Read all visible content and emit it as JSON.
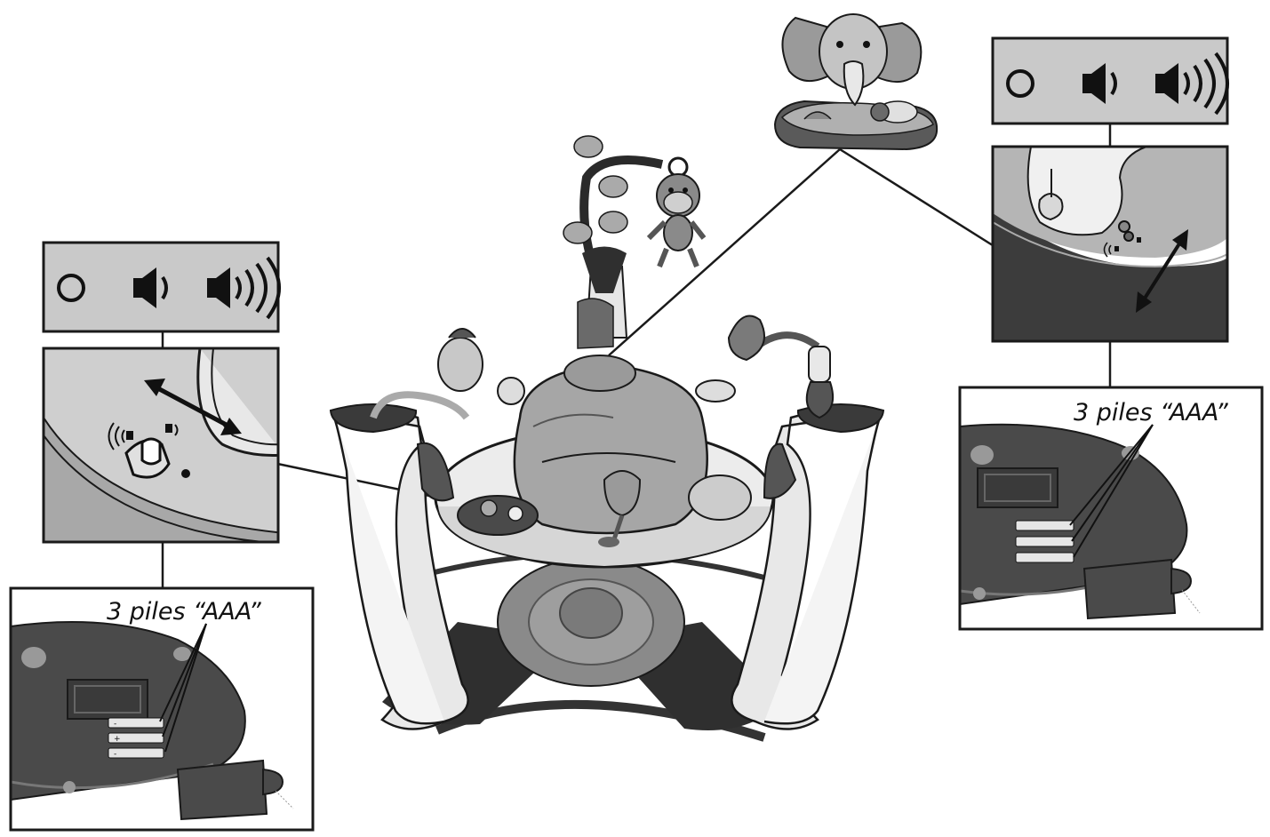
{
  "left_panel": {
    "volume_settings": [
      "off-symbol",
      "low-volume-speaker-icon",
      "high-volume-speaker-icon"
    ],
    "battery_label": "3 piles “AAA”"
  },
  "right_panel": {
    "volume_settings": [
      "off-symbol",
      "low-volume-speaker-icon",
      "high-volume-speaker-icon"
    ],
    "battery_label": "3 piles “AAA”"
  },
  "battery_polarity": [
    "-",
    "+",
    "-"
  ],
  "colors": {
    "panel_fill": "#c9c9c9",
    "line": "#1a1a1a",
    "toy_dark": "#3a3a3a",
    "toy_mid": "#8a8a8a",
    "toy_light": "#e6e6e6"
  }
}
